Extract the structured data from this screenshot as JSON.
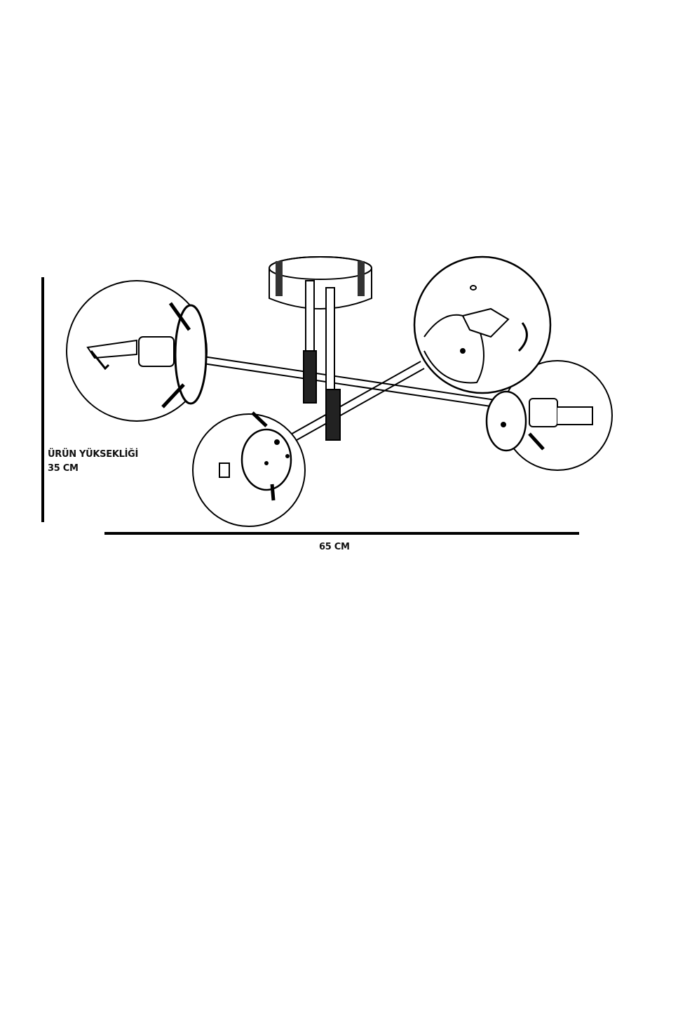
{
  "diagram": {
    "subject": "4-globe ceiling lamp line drawing",
    "height_dimension": {
      "title": "ÜRÜN YÜKSEKLİĞİ",
      "value": "35 CM"
    },
    "width_dimension": {
      "value": "65 CM"
    },
    "colors": {
      "background": "#ffffff",
      "ink": "#000000"
    }
  }
}
